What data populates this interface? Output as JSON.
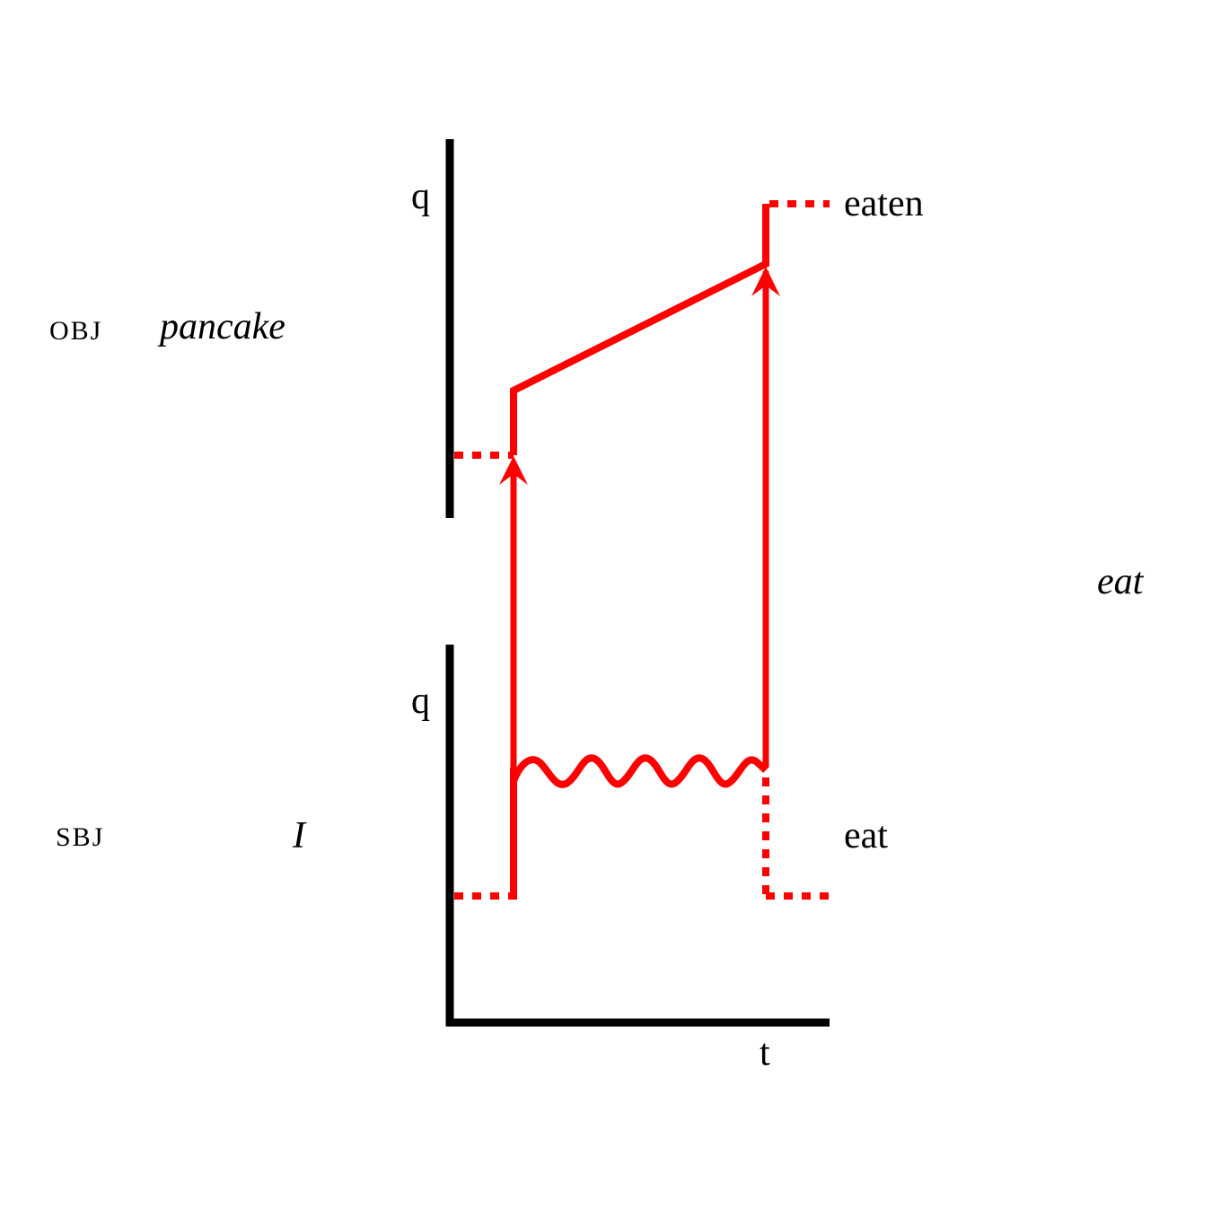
{
  "diagram": {
    "type": "event-structure / state-change diagram",
    "colors": {
      "axis": "#000000",
      "path": "#ff0000",
      "background": "#ffffff"
    },
    "rows": [
      {
        "role": "OBJ",
        "argument": "pancake",
        "axis_label": "q",
        "state_label": "eaten"
      },
      {
        "role": "SBJ",
        "argument": "I",
        "axis_label": "q",
        "state_label": "eat"
      }
    ],
    "time_axis_label": "t",
    "verb": "eat"
  }
}
